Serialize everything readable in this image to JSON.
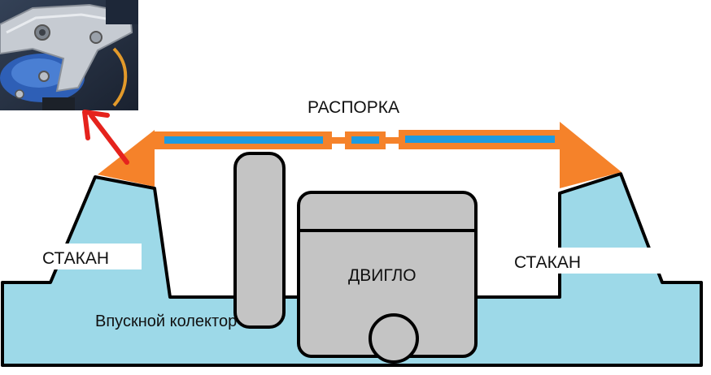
{
  "labels": {
    "strut": "РАСПОРКА",
    "cup_left": "СТАКАН",
    "cup_right": "СТАКАН",
    "engine": "ДВИГЛО",
    "intake": "Впускной колектор"
  },
  "colors": {
    "body_fill": "#9dd9e8",
    "outline": "#000000",
    "engine_fill": "#c4c4c4",
    "strut_orange": "#f5822a",
    "strut_blue": "#1e9be0",
    "pointer_red": "#e5231d",
    "photo_dark": "#2b3546",
    "photo_metal": "#c6cbd2",
    "photo_blue": "#2e5fb6"
  },
  "inset_photo": {
    "description_icon": "strut-mount-photo"
  }
}
